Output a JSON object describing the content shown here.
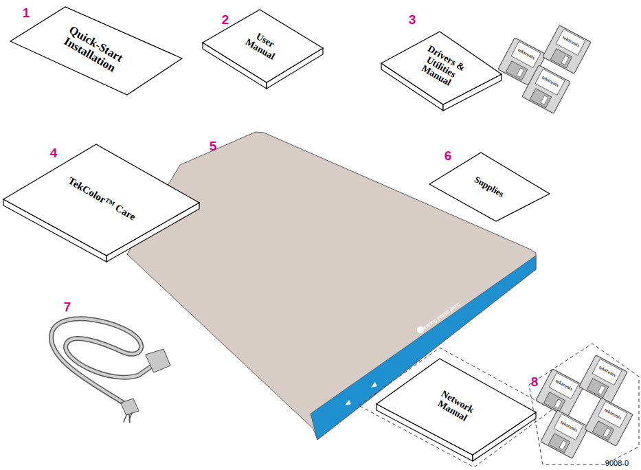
{
  "diagram": {
    "nodes": [
      {
        "text": [
          "Quick-Start Installation"
        ]
      },
      {
        "text": [
          "User Manual"
        ]
      },
      {
        "text": [
          "Drivers & Utilities Manual"
        ]
      },
      {
        "text": [
          "TekColor™ Care"
        ]
      },
      {
        "text": [
          "Supplies"
        ]
      },
      {
        "text": [
          "Network Manual"
        ]
      }
    ],
    "labels": [
      "1",
      "2",
      "3",
      "4",
      "5",
      "6",
      "7",
      "8",
      "Clearing paper jams",
      "tektronix",
      "tektronix",
      "tektronix",
      "tektronix",
      "tektronix",
      "tektronix",
      "tektronix",
      "9008-0"
    ]
  }
}
